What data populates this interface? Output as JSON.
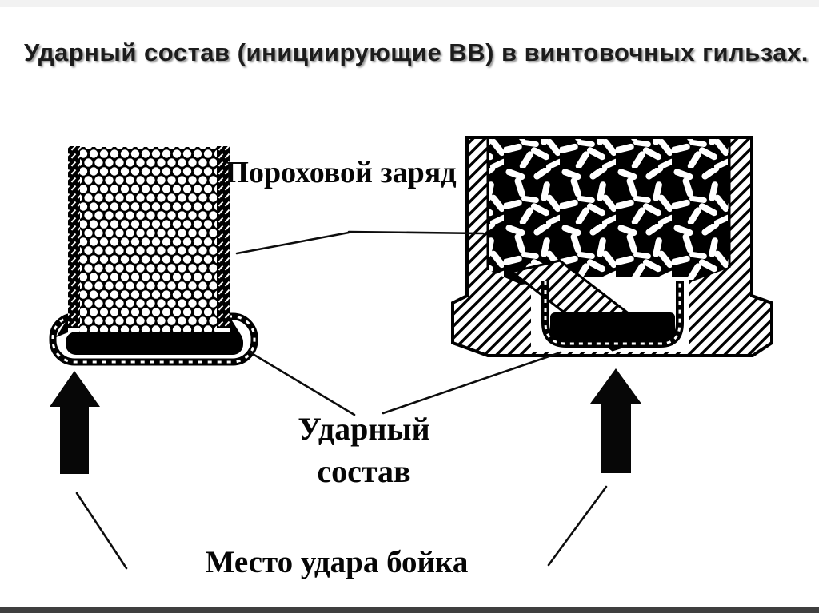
{
  "slide": {
    "title": "Ударный состав (инициирующие ВВ) в винтовочных гильзах.",
    "labels": {
      "powder_charge": "Пороховой заряд",
      "percussion_composition": "Ударный состав",
      "striker_impact_point": "Место удара бойка"
    },
    "colors": {
      "ink": "#000000",
      "title_ink": "#1c1c1c",
      "background": "#ffffff",
      "bottom_bar": "#3f3f3f"
    }
  }
}
